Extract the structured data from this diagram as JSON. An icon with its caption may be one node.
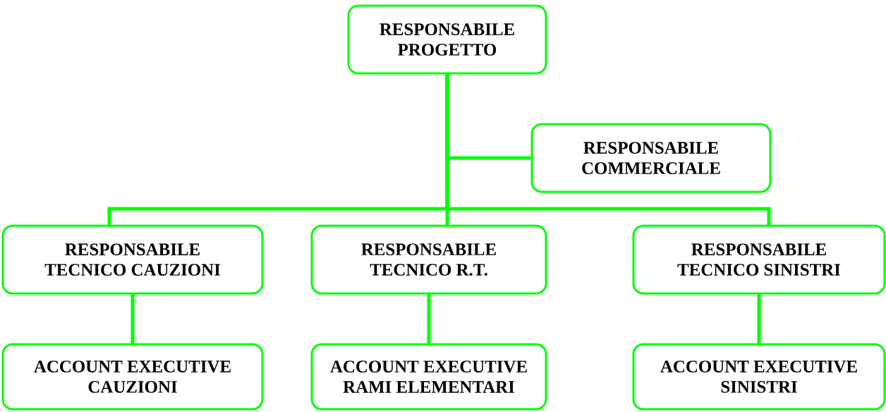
{
  "diagram": {
    "nodes": [
      {
        "text": [
          "RESPONSABILE PROGETTO"
        ]
      },
      {
        "text": [
          "RESPONSABILE COMMERCIALE"
        ]
      },
      {
        "text": [
          "RESPONSABILE TECNICO CAUZIONI"
        ]
      },
      {
        "text": [
          "RESPONSABILE TECNICO R.T."
        ]
      },
      {
        "text": [
          "RESPONSABILE TECNICO SINISTRI"
        ]
      },
      {
        "text": [
          "ACCOUNT EXECUTIVE CAUZIONI"
        ]
      },
      {
        "text": [
          "ACCOUNT EXECUTIVE RAMI ELEMENTARI"
        ]
      },
      {
        "text": [
          "ACCOUNT EXECUTIVE SINISTRI"
        ]
      }
    ],
    "edges": [
      {
        "from": 0,
        "to": 1,
        "arrow": "none"
      },
      {
        "from": 0,
        "to": 2,
        "arrow": "none"
      },
      {
        "from": 0,
        "to": 3,
        "arrow": "none"
      },
      {
        "from": 0,
        "to": 4,
        "arrow": "none"
      },
      {
        "from": 2,
        "to": 5,
        "arrow": "none"
      },
      {
        "from": 3,
        "to": 6,
        "arrow": "none"
      },
      {
        "from": 4,
        "to": 7,
        "arrow": "none"
      }
    ]
  }
}
